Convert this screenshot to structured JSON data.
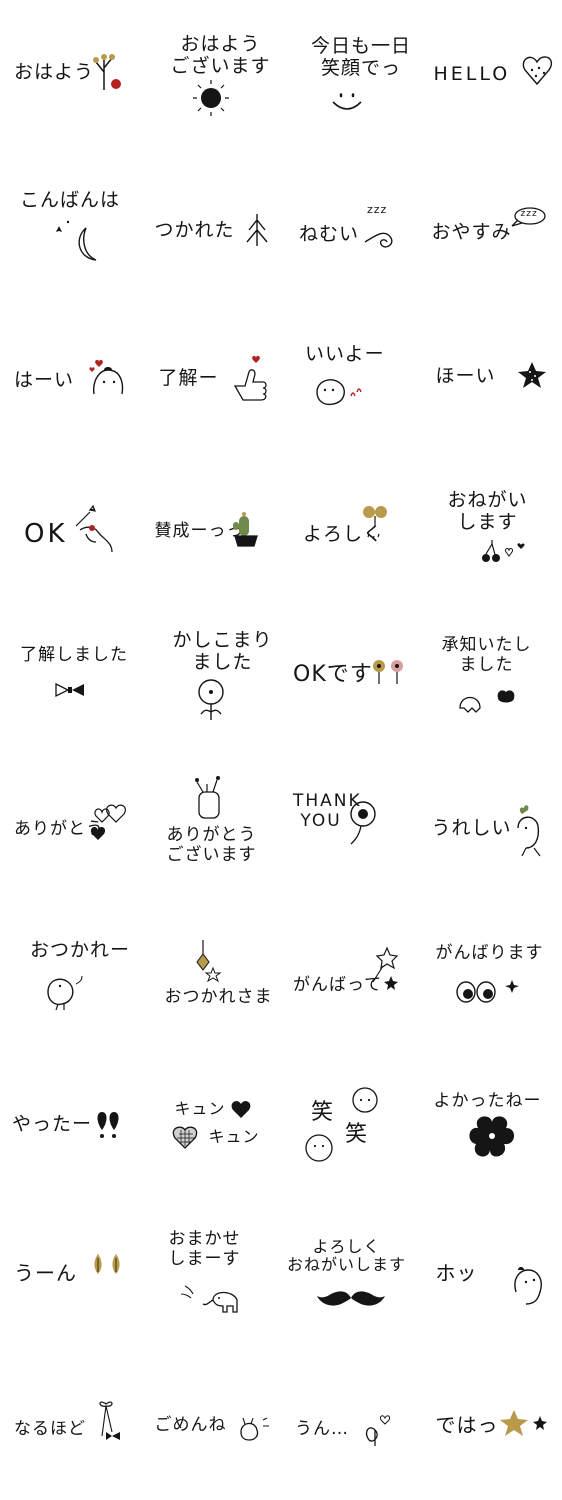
{
  "stickers": {
    "r1c1": "おはよう",
    "r1c2": "おはよう\nございます",
    "r1c3": "今日も一日\n笑顔でっ",
    "r1c4": "HELLO",
    "r2c1": "こんばんは",
    "r2c2": "つかれた",
    "r2c3": "ねむい",
    "r2c3_zzz": "zzz",
    "r2c4": "おやすみ",
    "r2c4_zzz": "zzz",
    "r3c1": "はーい",
    "r3c2": "了解ー",
    "r3c3": "いいよー",
    "r3c4": "ほーい",
    "r4c1": "OK",
    "r4c2": "賛成ーっっ",
    "r4c3": "よろしく",
    "r4c4": "おねがい\nします",
    "r5c1": "了解しました",
    "r5c2": "かしこまり\nました",
    "r5c3": "OKです",
    "r5c4": "承知いたし\nました",
    "r6c1": "ありがとう",
    "r6c2": "ありがとう\nございます",
    "r6c3": "THANK\n YOU",
    "r6c4": "うれしい",
    "r7c1": "おつかれー",
    "r7c2": "おつかれさま",
    "r7c3": "がんばって",
    "r7c4": "がんばります",
    "r8c1": "やったー",
    "r8c2_a": "キュン",
    "r8c2_b": "キュン",
    "r8c3_a": "笑",
    "r8c3_b": "笑",
    "r8c4": "よかったねー",
    "r9c1": "うーん",
    "r9c2": "おまかせ\nしまーす",
    "r9c3": "よろしく\nおねがいします",
    "r9c4": "ホッ",
    "r10c1": "なるほど",
    "r10c2": "ごめんね",
    "r10c3": "うん…",
    "r10c4": "ではっ"
  },
  "colors": {
    "ink": "#151515",
    "red": "#b32020",
    "mustard": "#b89a4a",
    "green": "#6f8a4c",
    "pink": "#d9a0a0"
  }
}
